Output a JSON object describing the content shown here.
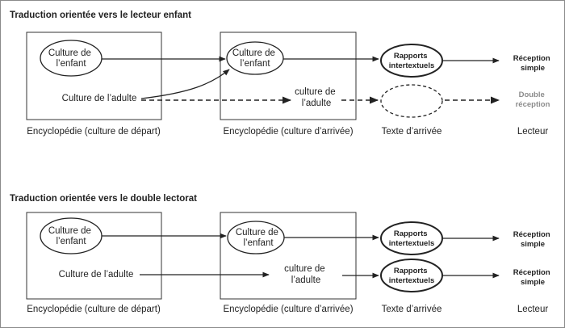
{
  "diagrams": [
    {
      "title": "Traduction orientée vers le lecteur enfant",
      "source_child": [
        "Culture de",
        "l’enfant"
      ],
      "source_adult": "Culture de l’adulte",
      "target_child": [
        "Culture de",
        "l’enfant"
      ],
      "target_adult": [
        "culture de",
        "l’adulte"
      ],
      "rel_top": [
        "Rapports",
        "intertextuels"
      ],
      "rel_bottom": [],
      "reception_top": [
        "Réception",
        "simple"
      ],
      "reception_bottom": [
        "Double",
        "réception"
      ],
      "footer": {
        "source": "Encyclopédie (culture de départ)",
        "target": "Encyclopédie (culture d’arrivée)",
        "text": "Texte d’arrivée",
        "reader": "Lecteur"
      }
    },
    {
      "title": "Traduction orientée vers le double lectorat",
      "source_child": [
        "Culture de",
        "l’enfant"
      ],
      "source_adult": "Culture de l’adulte",
      "target_child": [
        "Culture de",
        "l’enfant"
      ],
      "target_adult": [
        "culture de",
        "l’adulte"
      ],
      "rel_top": [
        "Rapports",
        "intertextuels"
      ],
      "rel_bottom": [
        "Rapports",
        "intertextuels"
      ],
      "reception_top": [
        "Réception",
        "simple"
      ],
      "reception_bottom": [
        "Réception",
        "simple"
      ],
      "footer": {
        "source": "Encyclopédie (culture de départ)",
        "target": "Encyclopédie (culture d’arrivée)",
        "text": "Texte d’arrivée",
        "reader": "Lecteur"
      }
    }
  ],
  "colors": {
    "line": "#222222",
    "muted": "#8c8c8c"
  }
}
